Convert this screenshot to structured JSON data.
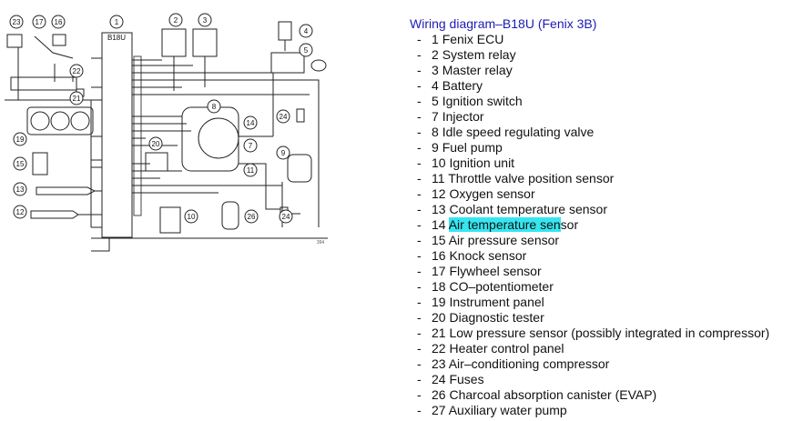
{
  "legend": {
    "title": "Wiring diagram–B18U (Fenix 3B)",
    "highlight_color": "#35e6f0",
    "items": [
      {
        "num": "1",
        "label": "Fenix ECU"
      },
      {
        "num": "2",
        "label": "System relay"
      },
      {
        "num": "3",
        "label": "Master relay"
      },
      {
        "num": "4",
        "label": "Battery"
      },
      {
        "num": "5",
        "label": "Ignition switch"
      },
      {
        "num": "7",
        "label": "Injector"
      },
      {
        "num": "8",
        "label": "Idle speed regulating valve"
      },
      {
        "num": "9",
        "label": "Fuel pump"
      },
      {
        "num": "10",
        "label": "Ignition unit"
      },
      {
        "num": "11",
        "label": "Throttle valve position sensor"
      },
      {
        "num": "12",
        "label": "Oxygen sensor"
      },
      {
        "num": "13",
        "label": "Coolant temperature sensor"
      },
      {
        "num": "14",
        "label": "Air temperature sensor",
        "hl_before": "",
        "hl_text": "Air temperature sen",
        "hl_after": "sor"
      },
      {
        "num": "15",
        "label": "Air pressure sensor"
      },
      {
        "num": "16",
        "label": "Knock sensor"
      },
      {
        "num": "17",
        "label": "Flywheel sensor"
      },
      {
        "num": "18",
        "label": "CO–potentiometer"
      },
      {
        "num": "19",
        "label": "Instrument panel"
      },
      {
        "num": "20",
        "label": "Diagnostic tester"
      },
      {
        "num": "21",
        "label": "Low pressure sensor (possibly integrated in compressor)"
      },
      {
        "num": "22",
        "label": "Heater control panel"
      },
      {
        "num": "23",
        "label": "Air–conditioning compressor"
      },
      {
        "num": "24",
        "label": "Fuses"
      },
      {
        "num": "26",
        "label": "Charcoal absorption canister (EVAP)"
      },
      {
        "num": "27",
        "label": "Auxiliary water pump"
      }
    ]
  },
  "diagram": {
    "ecu_label": "B18U",
    "component_numbers": [
      "23",
      "17",
      "16",
      "1",
      "2",
      "3",
      "4",
      "5",
      "22",
      "21",
      "19",
      "8",
      "14",
      "24",
      "7",
      "20",
      "9",
      "15",
      "11",
      "13",
      "10",
      "26",
      "12"
    ],
    "sheet_code": "394"
  }
}
